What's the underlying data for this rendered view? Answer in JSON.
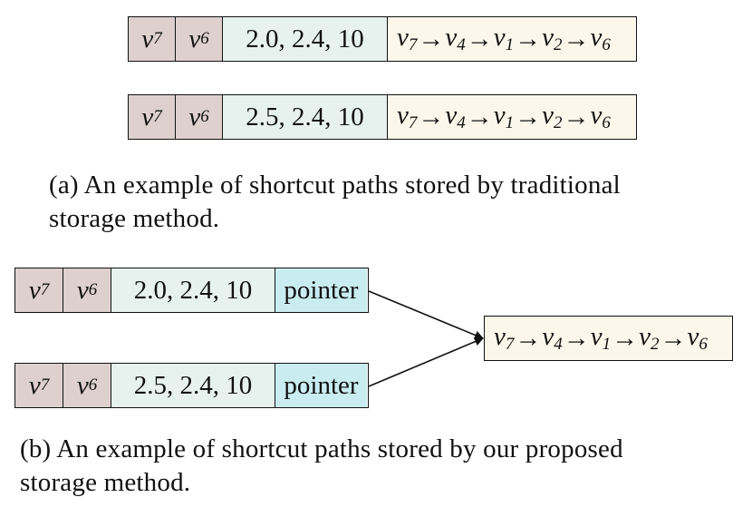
{
  "section_a": {
    "rows": [
      {
        "from": "7",
        "to": "6",
        "values": "2.0, 2.4, 10",
        "path": [
          "7",
          "4",
          "1",
          "2",
          "6"
        ]
      },
      {
        "from": "7",
        "to": "6",
        "values": "2.5, 2.4, 10",
        "path": [
          "7",
          "4",
          "1",
          "2",
          "6"
        ]
      }
    ],
    "caption_line1": "(a) An example of shortcut paths stored by traditional",
    "caption_line2": "storage method."
  },
  "section_b": {
    "rows": [
      {
        "from": "7",
        "to": "6",
        "values": "2.0, 2.4, 10",
        "pointer": "pointer"
      },
      {
        "from": "7",
        "to": "6",
        "values": "2.5, 2.4, 10",
        "pointer": "pointer"
      }
    ],
    "shared_path": [
      "7",
      "4",
      "1",
      "2",
      "6"
    ],
    "caption_line1": "(b) An example of shortcut paths stored by our proposed",
    "caption_line2": "storage method."
  },
  "labels": {
    "node_var": "v",
    "arrow": "→"
  },
  "colors": {
    "node_fill": "#ddd0cf",
    "values_fill": "#e7f2ef",
    "path_fill": "#fdf6ea",
    "pointer_fill": "#c9ecf1"
  }
}
